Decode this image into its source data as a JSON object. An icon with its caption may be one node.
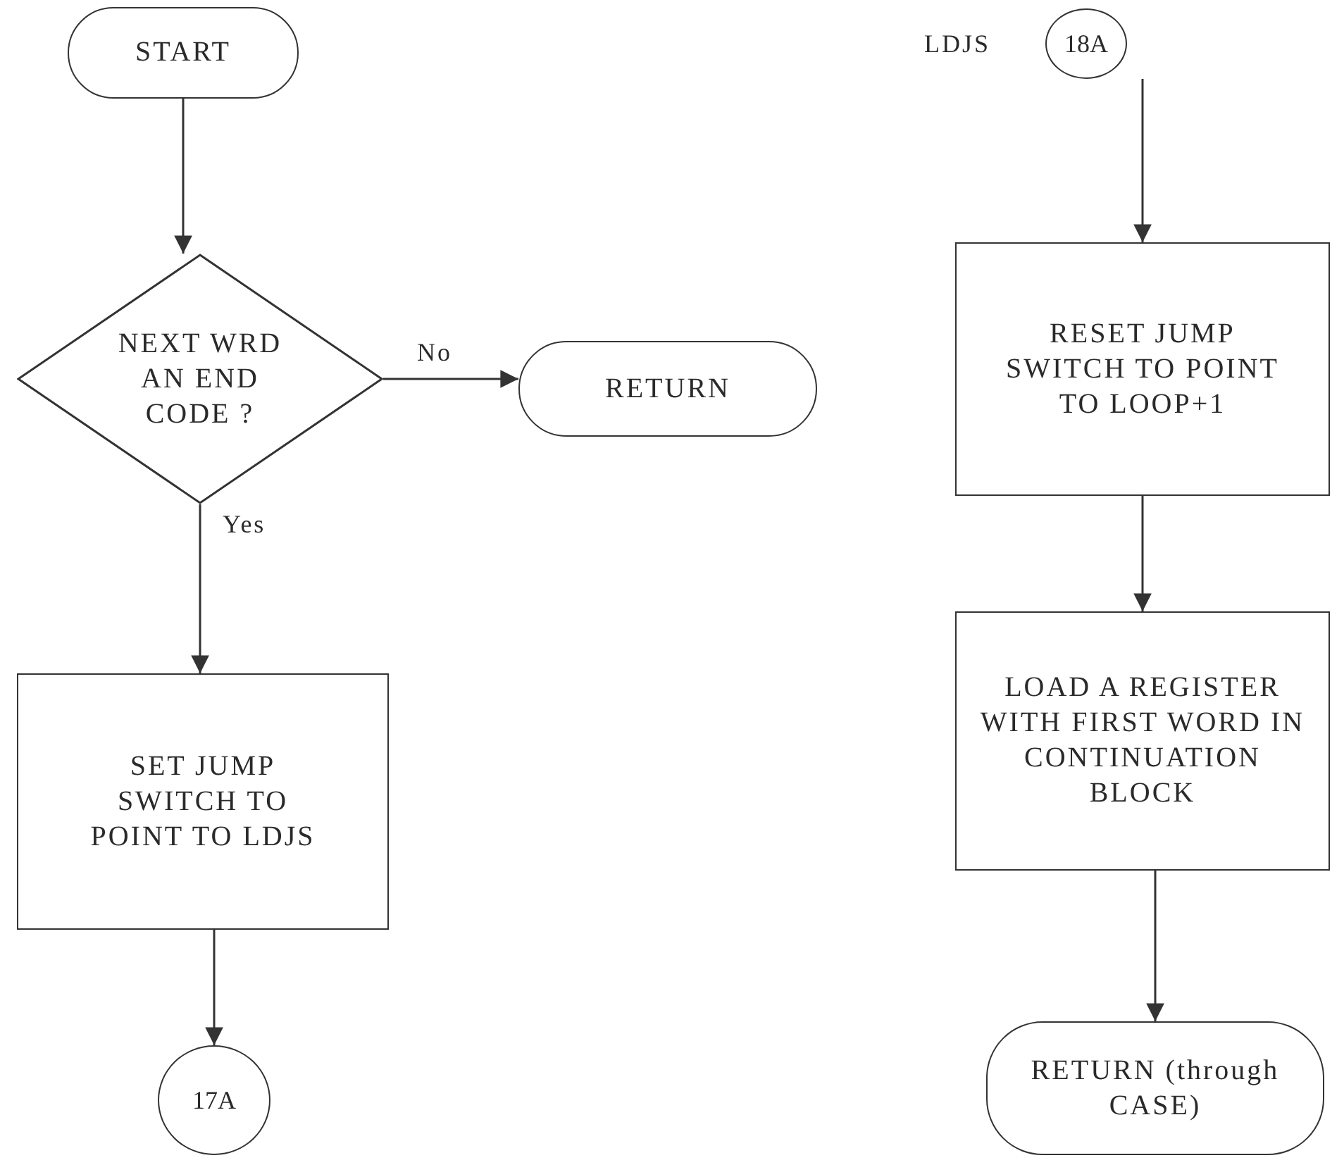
{
  "diagram": {
    "nodes": [
      {
        "text": [
          "START"
        ]
      },
      {
        "text": [
          "NEXT WRD AN END CODE ?"
        ]
      },
      {
        "text": [
          "RETURN"
        ]
      },
      {
        "text": [
          "SET JUMP SWITCH TO POINT TO LDJS"
        ]
      },
      {
        "text": [
          "17A"
        ]
      },
      {
        "text": [
          "18A"
        ],
        "beside": [
          "LDJS"
        ]
      },
      {
        "text": [
          "RESET JUMP SWITCH TO POINT TO LOOP+1"
        ]
      },
      {
        "text": [
          "LOAD A REGISTER WITH FIRST WORD IN CONTINUATION BLOCK"
        ]
      },
      {
        "text": [
          "RETURN (through CASE)"
        ]
      }
    ],
    "edges": [
      {
        "from": 0,
        "to": 1,
        "arrow": "to"
      },
      {
        "from": 1,
        "to": 2,
        "arrow": "to",
        "label": "No"
      },
      {
        "from": 1,
        "to": 3,
        "arrow": "to",
        "label": "Yes"
      },
      {
        "from": 3,
        "to": 4,
        "arrow": "to"
      },
      {
        "from": 5,
        "to": 6,
        "arrow": "to"
      },
      {
        "from": 6,
        "to": 7,
        "arrow": "to"
      },
      {
        "from": 7,
        "to": 8,
        "arrow": "to"
      }
    ]
  }
}
